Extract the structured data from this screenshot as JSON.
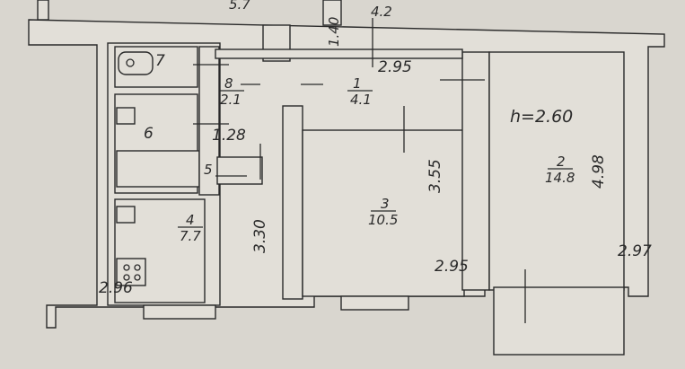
{
  "plan": {
    "ceiling_height": "h=2.60",
    "top_labels": {
      "upper_left_area": "5.7",
      "upper_mid_area": "4.2",
      "passage_width": "1.40"
    },
    "rooms": [
      {
        "number": "1",
        "area": "4.1"
      },
      {
        "number": "2",
        "area": "14.8"
      },
      {
        "number": "3",
        "area": "10.5"
      },
      {
        "number": "4",
        "area": "7.7"
      },
      {
        "number": "5"
      },
      {
        "number": "6"
      },
      {
        "number": "7"
      },
      {
        "number": "8",
        "area": "2.1"
      }
    ],
    "dimensions": {
      "hall_width": "2.95",
      "corridor_width": "1.28",
      "room3_depth": "3.55",
      "room2_depth": "4.98",
      "room3_width": "2.95",
      "kitchen_depth": "3.30",
      "kitchen_width": "2.96",
      "room2_width": "2.97"
    }
  }
}
